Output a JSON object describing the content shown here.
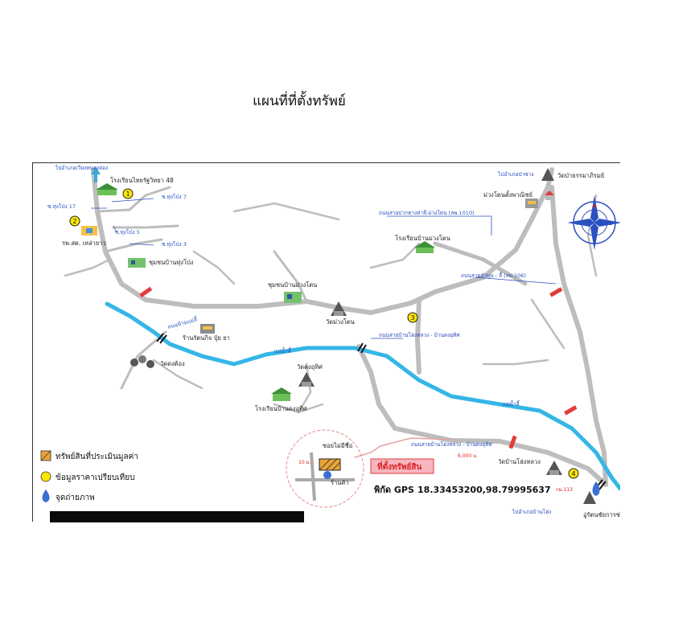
{
  "page": {
    "title": "แผนที่ที่ตั้งทรัพย์"
  },
  "map": {
    "road_labels": {
      "to_chiangmai": "ไปอำเภอเวียงหนองล่อง",
      "to_lampang": "ไปอำเภอป่าซาง",
      "soi_17": "ซ.ทุ่งโป่ง 17",
      "soi_7": "ซ.ทุ่งโป่ง 7",
      "soi_5": "ซ.ทุ่งโป่ง 5",
      "soi_3": "ซ.ทุ่งโป่ง 3",
      "road_1010": "ถนนสายปากทางท่าลี่-ม่วงโตน (ลพ.1010)",
      "road_106": "ถนนสายลำพูน - ลี้ (ลพ.106)",
      "road_main": "ถนนสายบ้านโฮ่งหลวง - บ้านดงอุทิศ",
      "road_sub": "ถนนสายบ้านโฮ่งหลวง - บ้านดงอุทิศ",
      "bridge": "ถนนข้ามแม่ลี้",
      "to_south": "ไปอำเภอบ้านโฮ่ง",
      "km113": "กม.113",
      "river1": "แม่น้ำลี้",
      "river2": "แม่น้ำลี้",
      "distance": "6,000 ม."
    },
    "places": {
      "school_top": "โรงเรียนไทยรัฐวิทยา 48",
      "hospital": "รพ.สต. เหล่ายาว",
      "community_tp": "ชุมชนบ้านทุ่งโป่ง",
      "community_mt": "ชุมชนบ้านม่วงโตน",
      "wat_muangton": "วัดม่วงโตน",
      "school_muangton": "โรงเรียนบ้านม่วงโตน",
      "muangton_shop": "ม่วงโตนตั้งพาณิชย์",
      "wat_top_right": "วัดป่าธรรมาภิรมย์",
      "shop_left": "ร้านรัตนกิจ ปุ๋ย ยา",
      "wat_left": "วัดดงต้อง",
      "wat_dong": "วัดดงอุทิศ",
      "school_dong": "โรงเรียนบ้านดงอุทิศ",
      "wat_bottom": "วัดบ้านโฮ่งหลวง",
      "bottom_right": "อู่รัตนชัยการช่าง"
    },
    "markers": [
      "1",
      "2",
      "3",
      "4"
    ],
    "compass": {
      "n": "N",
      "s": "S",
      "e": "E",
      "w": "W"
    },
    "inset": {
      "distance": "10 ม.",
      "shop": "ร้านค้า",
      "label": "ซอยไม่มีชื่อ"
    },
    "property_label": "ที่ตั้งทรัพย์สิน",
    "gps": {
      "label": "พิกัด GPS",
      "value": "18.33453200,98.79995637"
    },
    "legend": [
      {
        "label": "ทรัพย์สินที่ประเมินมูลค่า",
        "icon": "hatched-square-icon"
      },
      {
        "label": "ข้อมูลราคาเปรียบเทียบ",
        "icon": "yellow-circle-icon"
      },
      {
        "label": "จุดถ่ายภาพ",
        "icon": "camera-drop-icon"
      }
    ],
    "colors": {
      "river": "#35b6e6",
      "road": "#bdbdbd",
      "label_blue": "#2a4fc0",
      "accent_red": "#e23b3b",
      "marker": "#ffe600"
    }
  }
}
